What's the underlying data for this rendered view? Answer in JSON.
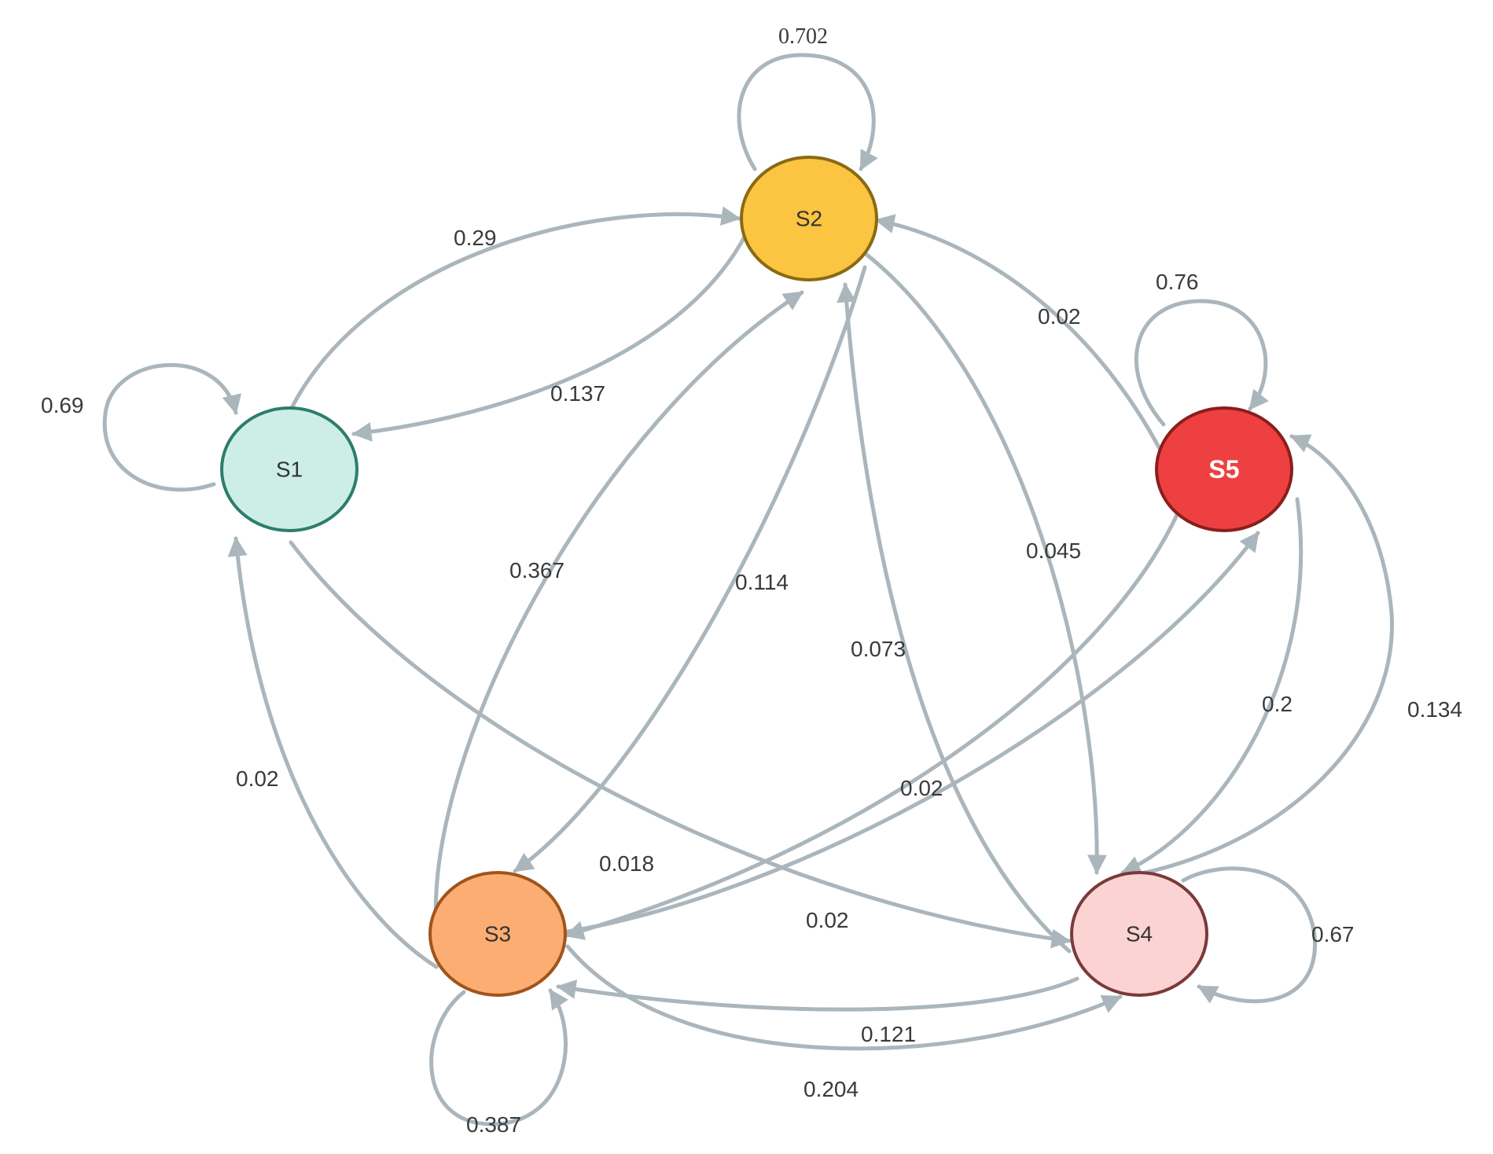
{
  "nodes": [
    {
      "id": "S1",
      "label": "S1",
      "fill": "#cdeee6",
      "stroke": "#2e7d6b"
    },
    {
      "id": "S2",
      "label": "S2",
      "fill": "#fbc441",
      "stroke": "#8a6a12"
    },
    {
      "id": "S3",
      "label": "S3",
      "fill": "#fbad72",
      "stroke": "#a0541b"
    },
    {
      "id": "S4",
      "label": "S4",
      "fill": "#fcd3d3",
      "stroke": "#7a3a3a"
    },
    {
      "id": "S5",
      "label": "S5",
      "fill": "#ee4040",
      "stroke": "#8a1e1e"
    }
  ],
  "edges": [
    {
      "from": "S1",
      "to": "S1",
      "label": "0.69"
    },
    {
      "from": "S2",
      "to": "S2",
      "label": "0.702"
    },
    {
      "from": "S5",
      "to": "S5",
      "label": "0.76"
    },
    {
      "from": "S3",
      "to": "S3",
      "label": "0.387"
    },
    {
      "from": "S4",
      "to": "S4",
      "label": "0.67"
    },
    {
      "from": "S1",
      "to": "S2",
      "label": "0.29"
    },
    {
      "from": "S2",
      "to": "S1",
      "label": "0.137"
    },
    {
      "from": "S5",
      "to": "S2",
      "label": "0.02"
    },
    {
      "from": "S3",
      "to": "S2",
      "label": "0.367"
    },
    {
      "from": "S2",
      "to": "S3",
      "label": "0.114"
    },
    {
      "from": "S4",
      "to": "S2",
      "label": "0.073"
    },
    {
      "from": "S2",
      "to": "S4",
      "label": "0.045"
    },
    {
      "from": "S5",
      "to": "S4",
      "label": "0.2"
    },
    {
      "from": "S4",
      "to": "S5",
      "label": "0.134"
    },
    {
      "from": "S3",
      "to": "S5",
      "label": "0.02"
    },
    {
      "from": "S5",
      "to": "S3",
      "label": "0.018"
    },
    {
      "from": "S3",
      "to": "S1",
      "label": "0.02"
    },
    {
      "from": "S1",
      "to": "S4",
      "label": "0.02"
    },
    {
      "from": "S4",
      "to": "S3",
      "label": "0.121"
    },
    {
      "from": "S3",
      "to": "S4",
      "label": "0.204"
    }
  ],
  "colors": {
    "edge": "#aab6bc",
    "label": "#3a3a3a"
  }
}
